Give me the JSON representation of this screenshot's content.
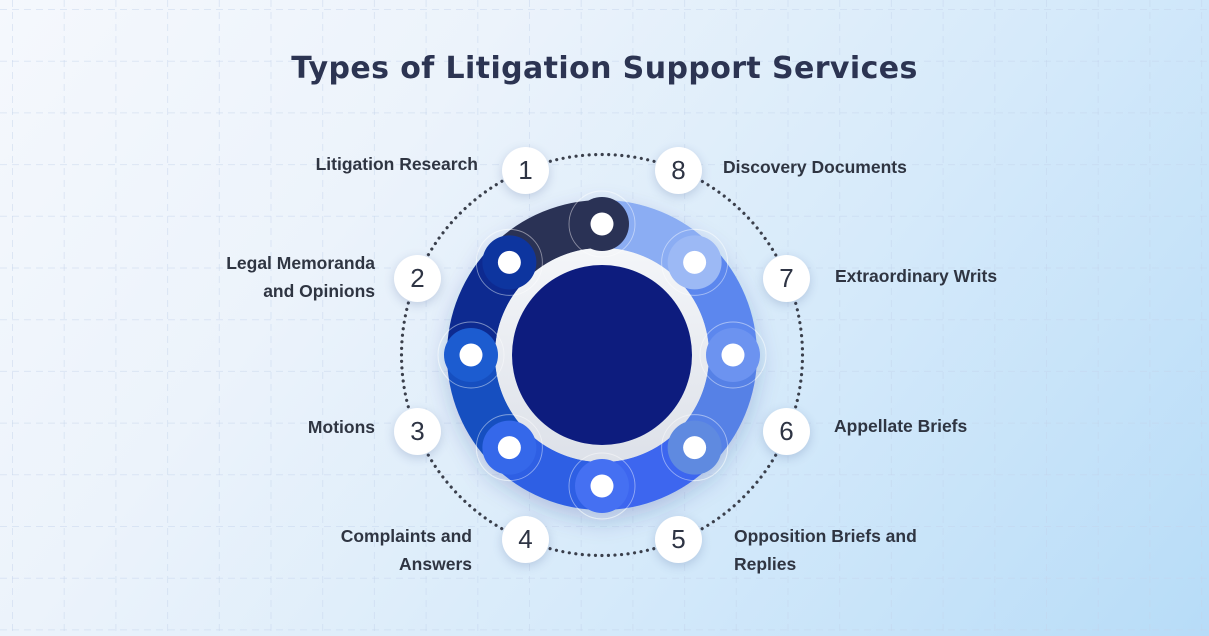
{
  "title": "Types of Litigation Support Services",
  "diagram": {
    "items": [
      {
        "number": "1",
        "label": "Litigation Research",
        "segment_color": "#2b3155",
        "node_color": "#2b3155"
      },
      {
        "number": "2",
        "label": "Legal Memoranda\nand Opinions",
        "segment_color": "#0a2b90",
        "node_color": "#11349f"
      },
      {
        "number": "3",
        "label": "Motions",
        "segment_color": "#1550c0",
        "node_color": "#1d5bd0"
      },
      {
        "number": "4",
        "label": "Complaints and\nAnswers",
        "segment_color": "#2d5fe4",
        "node_color": "#3568ea"
      },
      {
        "number": "5",
        "label": "Opposition Briefs and\nReplies",
        "segment_color": "#3c66ef",
        "node_color": "#4570f2"
      },
      {
        "number": "6",
        "label": "Appellate Briefs",
        "segment_color": "#5681e6",
        "node_color": "#5f8ae0"
      },
      {
        "number": "7",
        "label": "Extraordinary Writs",
        "segment_color": "#5b87ee",
        "node_color": "#6c93f0"
      },
      {
        "number": "8",
        "label": "Discovery Documents",
        "segment_color": "#8badf3",
        "node_color": "#9cb9f5"
      }
    ],
    "colors": {
      "title": "#2c3452",
      "label": "#2f3542",
      "number": "#2e3444",
      "badge_background": "#ffffff",
      "center_disc": "#0a1b7e",
      "inner_ring_light": "#f4f6f9",
      "inner_ring_dark": "#dde1e9",
      "node_dot": "#ffffff",
      "dotted_circle": "#3a3f4b",
      "grid_line": "#c3d2ea",
      "background_start": "#f5f8fd",
      "background_end": "#b7dcf8"
    }
  }
}
